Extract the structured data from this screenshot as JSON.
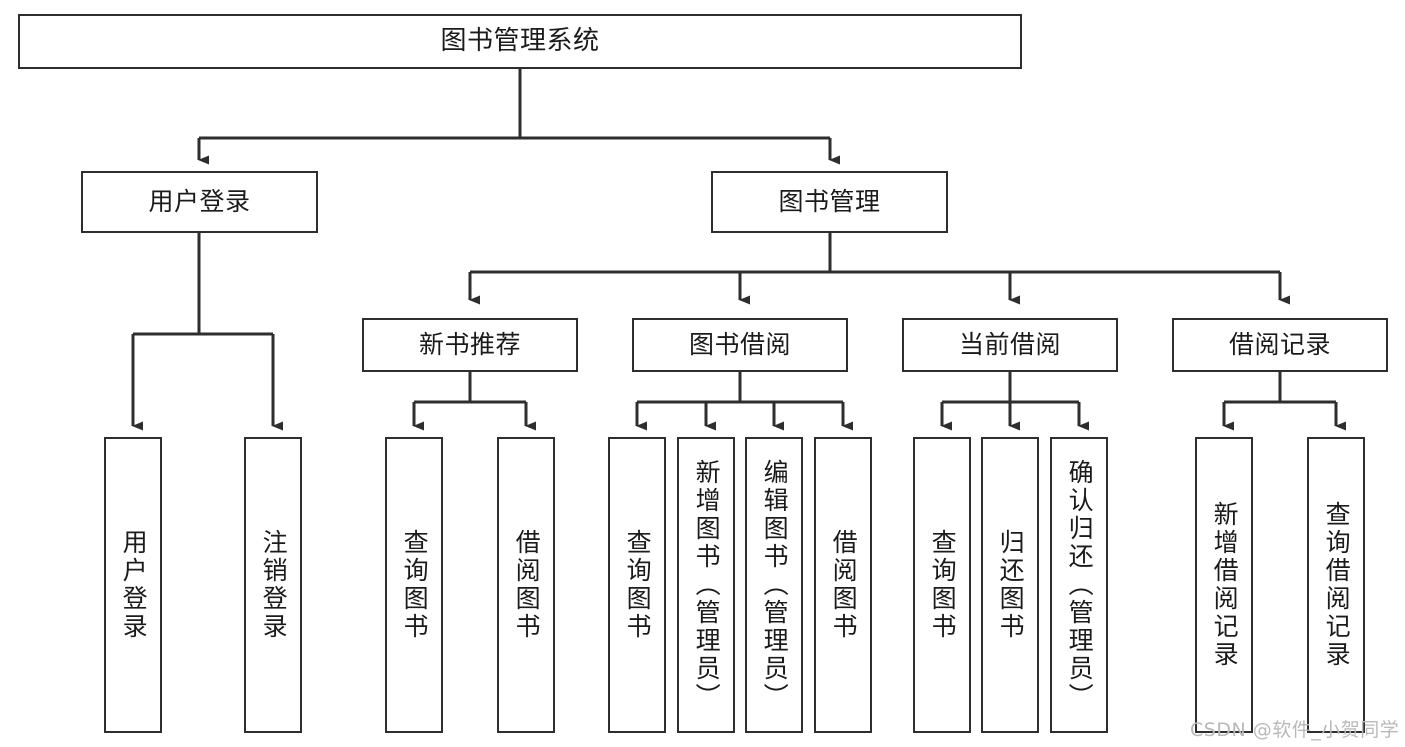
{
  "diagram": {
    "type": "tree-hierarchy-chart",
    "title": "图书管理系统",
    "levels": 4,
    "nodes": {
      "root": {
        "label": "图书管理系统"
      },
      "level2": [
        {
          "id": "user-login",
          "label": "用户登录"
        },
        {
          "id": "book-manage",
          "label": "图书管理"
        }
      ],
      "level3": [
        {
          "id": "new-book-recommend",
          "label": "新书推荐"
        },
        {
          "id": "book-borrow",
          "label": "图书借阅"
        },
        {
          "id": "current-borrow",
          "label": "当前借阅"
        },
        {
          "id": "borrow-record",
          "label": "借阅记录"
        }
      ],
      "leaves": [
        {
          "id": "leaf-user-login",
          "label": "用户登录",
          "parent": "user-login"
        },
        {
          "id": "leaf-logout-login",
          "label": "注销登录",
          "parent": "user-login"
        },
        {
          "id": "leaf-query-book-1",
          "label": "查询图书",
          "parent": "new-book-recommend"
        },
        {
          "id": "leaf-borrow-book-1",
          "label": "借阅图书",
          "parent": "new-book-recommend"
        },
        {
          "id": "leaf-query-book-2",
          "label": "查询图书",
          "parent": "book-borrow"
        },
        {
          "id": "leaf-add-book",
          "label": "新增图书（管理员）",
          "parent": "book-borrow"
        },
        {
          "id": "leaf-edit-book",
          "label": "编辑图书（管理员）",
          "parent": "book-borrow"
        },
        {
          "id": "leaf-borrow-book-2",
          "label": "借阅图书",
          "parent": "book-borrow"
        },
        {
          "id": "leaf-query-book-3",
          "label": "查询图书",
          "parent": "current-borrow"
        },
        {
          "id": "leaf-return-book",
          "label": "归还图书",
          "parent": "current-borrow"
        },
        {
          "id": "leaf-confirm-return",
          "label": "确认归还（管理员）",
          "parent": "current-borrow"
        },
        {
          "id": "leaf-add-record",
          "label": "新增借阅记录",
          "parent": "borrow-record"
        },
        {
          "id": "leaf-query-record",
          "label": "查询借阅记录",
          "parent": "borrow-record"
        }
      ]
    },
    "colors": {
      "box_border": "#2e2e2e",
      "box_fill": "#ffffff",
      "connector": "#2e2e2e",
      "text": "#1b1b1b",
      "watermark": "#b9b9b9",
      "background": "#ffffff"
    }
  },
  "watermark": {
    "text": "CSDN @软件_小贺同学"
  }
}
